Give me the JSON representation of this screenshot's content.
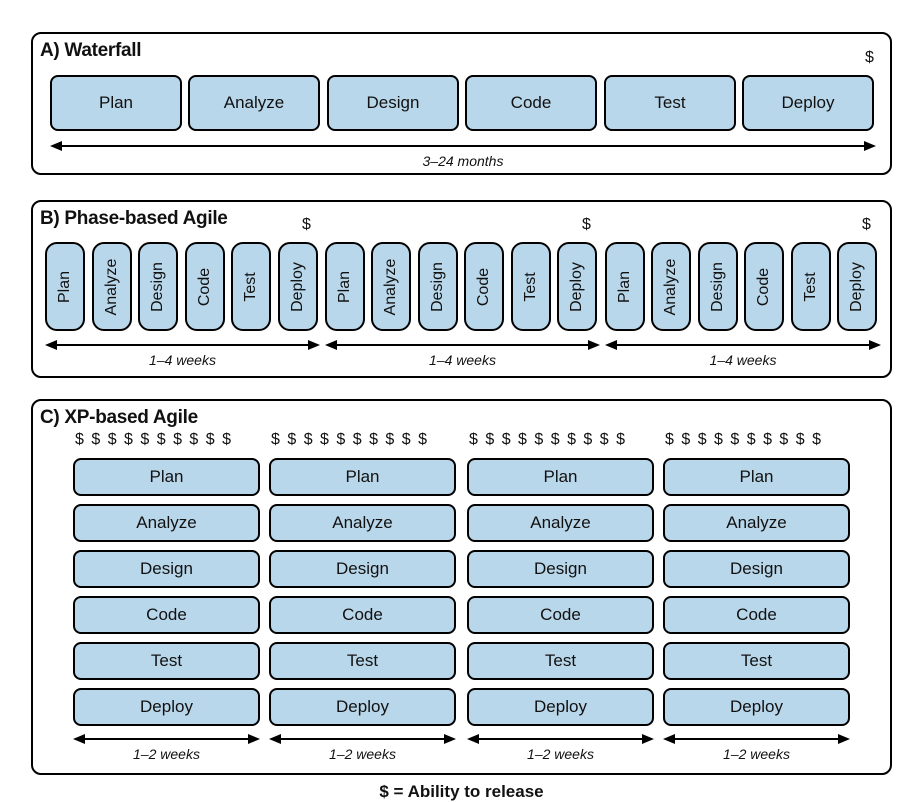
{
  "waterfall": {
    "title": "A) Waterfall",
    "phases": [
      "Plan",
      "Analyze",
      "Design",
      "Code",
      "Test",
      "Deploy"
    ],
    "dollar": "$",
    "duration": "3–24 months"
  },
  "phase_agile": {
    "title": "B) Phase-based Agile",
    "phases": [
      "Plan",
      "Analyze",
      "Design",
      "Code",
      "Test",
      "Deploy"
    ],
    "dollar": "$",
    "iteration_count": 3,
    "duration": "1–4 weeks"
  },
  "xp_agile": {
    "title": "C) XP-based Agile",
    "phases": [
      "Plan",
      "Analyze",
      "Design",
      "Code",
      "Test",
      "Deploy"
    ],
    "dollars": "$ $ $ $ $ $ $ $ $ $",
    "iteration_count": 4,
    "duration": "1–2 weeks"
  },
  "legend": {
    "text": "$ = Ability to release"
  },
  "colors": {
    "box_fill": "#b9d7ea",
    "border": "#000000"
  }
}
